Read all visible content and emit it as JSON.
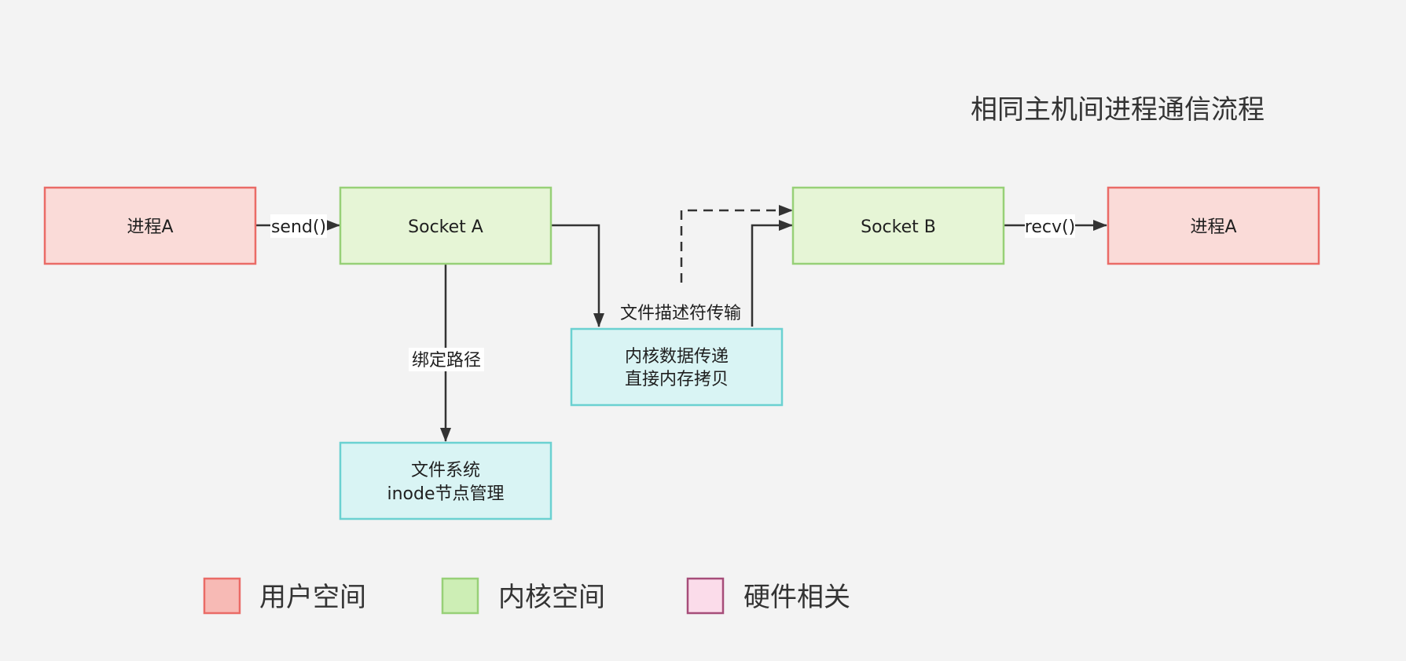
{
  "title": "相同主机间进程通信流程",
  "colors": {
    "user_fill": "#fadbd8",
    "user_stroke": "#ea6b66",
    "kernel_fill": "#e6f5d6",
    "kernel_stroke": "#97d077",
    "infra_fill": "#d9f4f4",
    "infra_stroke": "#6bd1d1",
    "legend_user_fill": "#f7bab5",
    "legend_kernel_fill": "#cdeeb5",
    "legend_hw_fill": "#fbdcea",
    "legend_hw_stroke": "#a64d79",
    "edge": "#333333"
  },
  "nodes": {
    "process_a_left": {
      "lines": [
        "进程A"
      ]
    },
    "socket_a": {
      "lines": [
        "Socket A"
      ]
    },
    "socket_b": {
      "lines": [
        "Socket B"
      ]
    },
    "process_a_right": {
      "lines": [
        "进程A"
      ]
    },
    "kernel_transfer": {
      "lines": [
        "内核数据传递",
        "直接内存拷贝"
      ]
    },
    "filesystem": {
      "lines": [
        "文件系统",
        "inode节点管理"
      ]
    }
  },
  "edges": {
    "send": "send()",
    "recv": "recv()",
    "bind_path": "绑定路径",
    "fd_transfer": "文件描述符传输"
  },
  "legend": [
    {
      "key": "user",
      "label": "用户空间"
    },
    {
      "key": "kernel",
      "label": "内核空间"
    },
    {
      "key": "hardware",
      "label": "硬件相关"
    }
  ]
}
